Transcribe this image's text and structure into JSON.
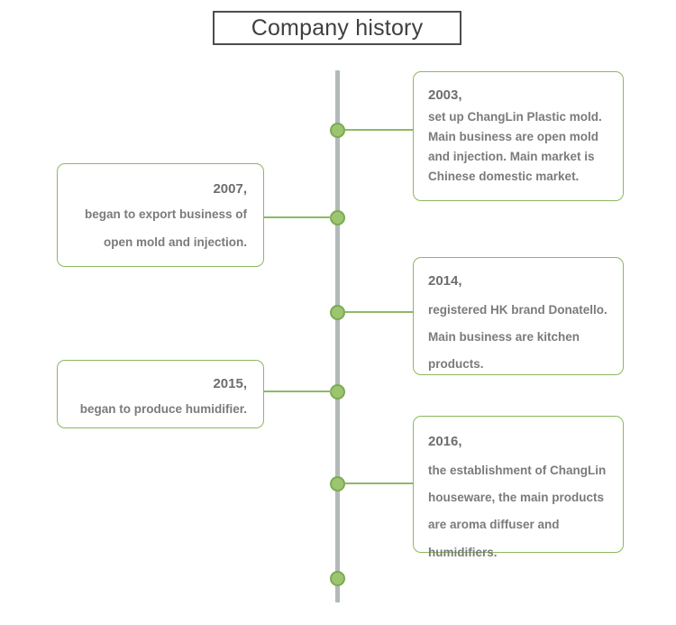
{
  "header": {
    "title": "Company history"
  },
  "colors": {
    "card_border": "#8cb85f",
    "node_ring": "#7aab55",
    "node_fill": "#9dc46f",
    "connector": "#8fb964",
    "axis": "#b3b9b8",
    "title_border": "#4d4d4d",
    "text": "#7b7b7b"
  },
  "timeline": {
    "events": [
      {
        "year": "2003,",
        "side": "right",
        "lines": [
          "set up ChangLin Plastic mold.",
          "Main business are open mold",
          "and injection. Main market is",
          "Chinese domestic market."
        ]
      },
      {
        "year": "2007,",
        "side": "left",
        "lines": [
          "began to export business of",
          "open mold and injection."
        ]
      },
      {
        "year": "2014,",
        "side": "right",
        "lines": [
          "registered HK brand Donatello.",
          "Main business are kitchen",
          "products."
        ]
      },
      {
        "year": "2015,",
        "side": "left",
        "lines": [
          "began to produce humidifier."
        ]
      },
      {
        "year": "2016,",
        "side": "right",
        "lines": [
          "the establishment of ChangLin",
          "houseware, the main products",
          "are aroma diffuser and",
          "humidifiers."
        ]
      }
    ],
    "node_count": 6
  }
}
